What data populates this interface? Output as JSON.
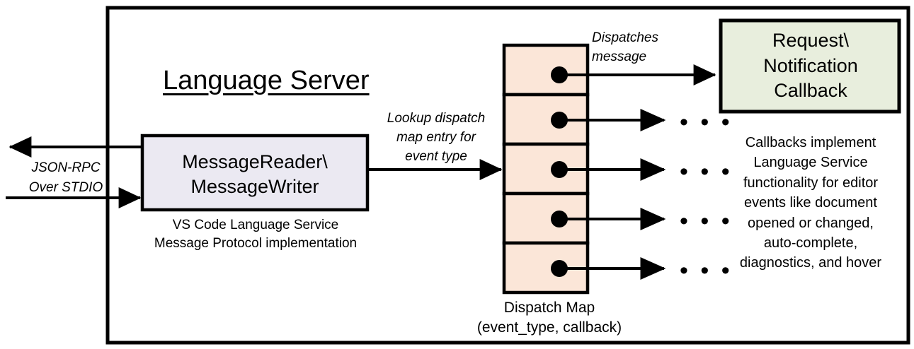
{
  "diagram": {
    "title": "Language Server",
    "frame": {
      "stroke": "#000000",
      "fill": "#ffffff"
    }
  },
  "left_channel": {
    "label": "JSON-RPC\nOver STDIO",
    "outbound_arrow": "arrow-left-out",
    "inbound_arrow": "arrow-right-in"
  },
  "message_box": {
    "label": "MessageReader\\\nMessageWriter",
    "caption": "VS Code Language Service\nMessage Protocol implementation",
    "fill": "#ebe9f2",
    "stroke": "#000000"
  },
  "lookup": {
    "label": "Lookup dispatch\nmap entry for\nevent type"
  },
  "dispatch_map": {
    "caption": "Dispatch Map\n(event_type, callback)",
    "cell_fill": "#fbe6d8",
    "cell_stroke": "#000000",
    "rows": 5,
    "row_dot_color": "#000000"
  },
  "dispatches": {
    "label": "Dispatches\nmessage"
  },
  "callback_box": {
    "label": "Request\\\nNotification\nCallback",
    "caption": "Callbacks implement\nLanguage Service\nfunctionality for editor\nevents like document\nopened or changed,\nauto-complete,\ndiagnostics, and hover",
    "fill": "#e8eedd",
    "stroke": "#000000"
  },
  "ellipses": {
    "glyph": "• • •",
    "count": 4
  }
}
